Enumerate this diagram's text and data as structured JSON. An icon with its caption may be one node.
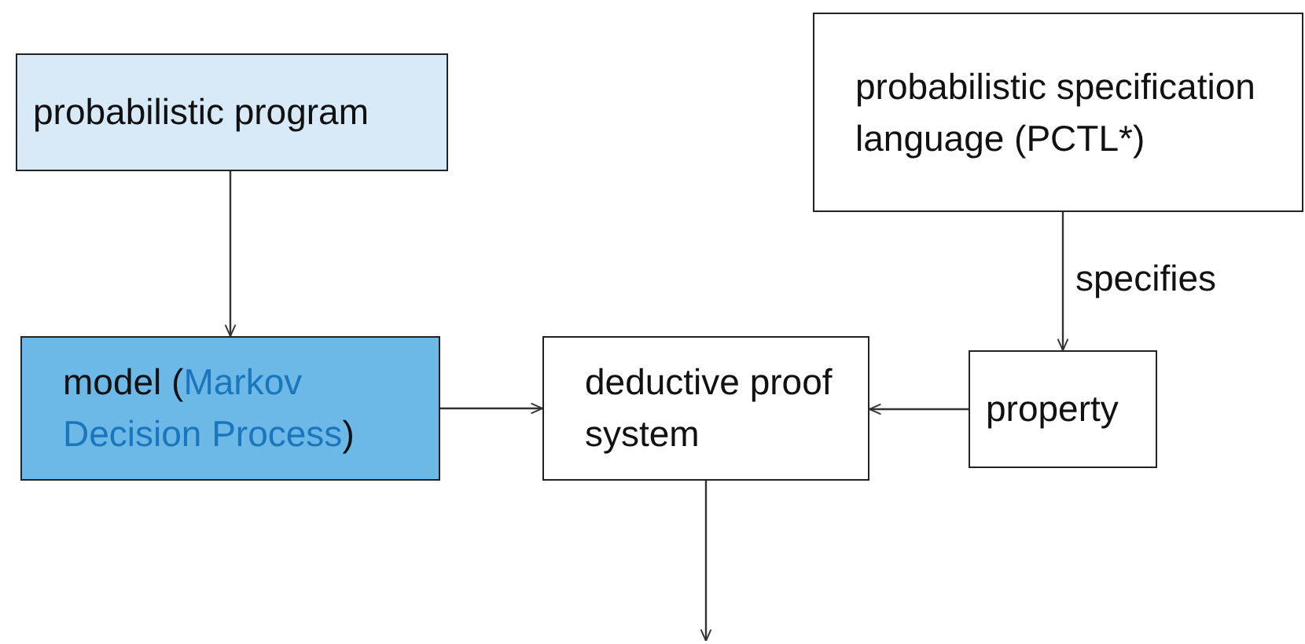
{
  "diagram": {
    "nodes": [
      {
        "text": [
          "probabilistic program"
        ]
      },
      {
        "text": [
          "probabilistic specification language (PCTL*)"
        ]
      },
      {
        "text": [
          "model (*Markov Decision Process*)"
        ]
      },
      {
        "text": [
          "deductive proof system"
        ]
      },
      {
        "text": [
          "property"
        ]
      }
    ],
    "edges": [
      {
        "from": 0,
        "to": 2,
        "arrow": "to"
      },
      {
        "from": 1,
        "to": 4,
        "arrow": "to",
        "label": "specifies"
      },
      {
        "from": 2,
        "to": 3,
        "arrow": "to"
      },
      {
        "from": 4,
        "to": 3,
        "arrow": "to"
      },
      {
        "from": 3,
        "to": null,
        "arrow": "to"
      }
    ]
  }
}
